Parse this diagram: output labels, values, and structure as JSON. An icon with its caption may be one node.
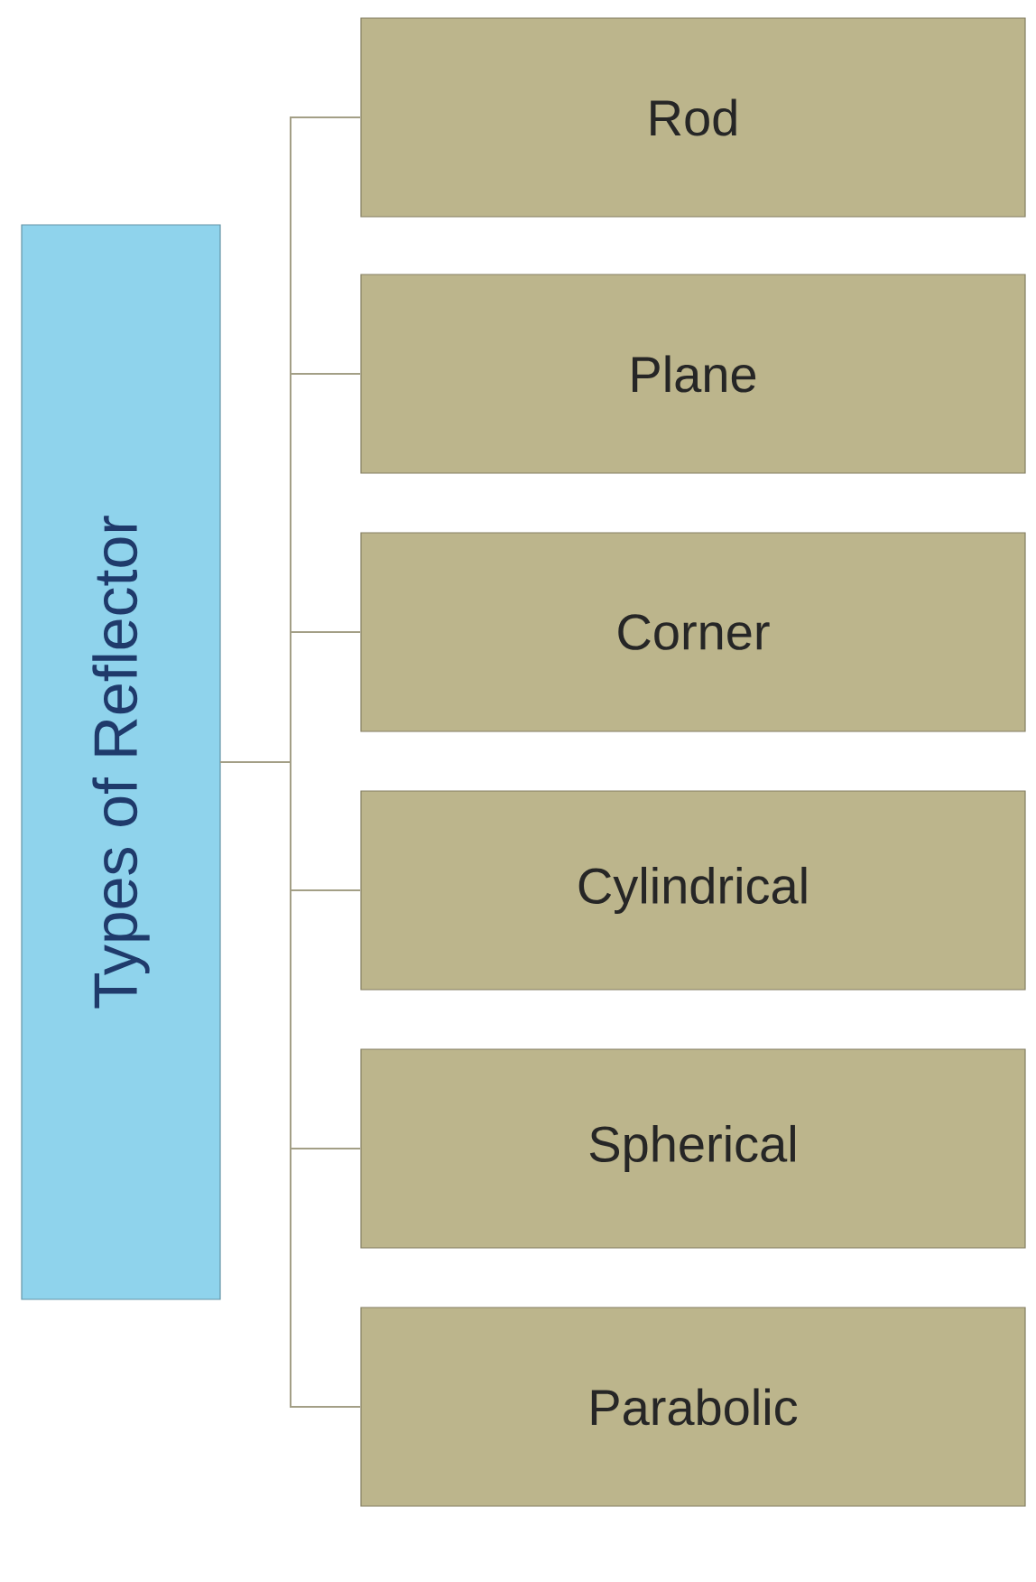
{
  "diagram": {
    "nodes": [
      {
        "text": [
          "Types of Reflector"
        ]
      },
      {
        "text": [
          "Rod"
        ]
      },
      {
        "text": [
          "Plane"
        ]
      },
      {
        "text": [
          "Corner"
        ]
      },
      {
        "text": [
          "Cylindrical"
        ]
      },
      {
        "text": [
          "Spherical"
        ]
      },
      {
        "text": [
          "Parabolic"
        ]
      }
    ],
    "edges": [
      {
        "from": 0,
        "to": 1,
        "arrow": "none"
      },
      {
        "from": 0,
        "to": 2,
        "arrow": "none"
      },
      {
        "from": 0,
        "to": 3,
        "arrow": "none"
      },
      {
        "from": 0,
        "to": 4,
        "arrow": "none"
      },
      {
        "from": 0,
        "to": 5,
        "arrow": "none"
      },
      {
        "from": 0,
        "to": 6,
        "arrow": "none"
      }
    ]
  }
}
